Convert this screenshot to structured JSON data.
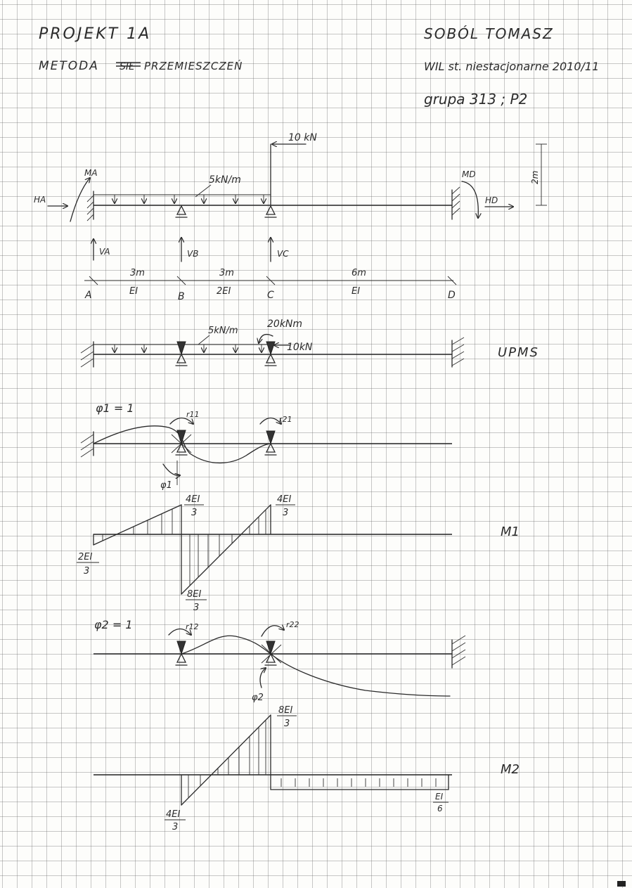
{
  "header": {
    "title": "PROJEKT 1A",
    "method_prefix": "METODA",
    "method_struck": "SIŁ",
    "method_word": "PRZEMIESZCZEŃ",
    "author": "SOBÓL TOMASZ",
    "faculty": "WIL st. niestacjonarne 2010/11",
    "group": "grupa 313 ; P2"
  },
  "scheme": {
    "force_top": "10 kN",
    "dist_load": "5kN/m",
    "height": "2m",
    "reactions": {
      "ma": "MA",
      "ha": "HA",
      "va": "VA",
      "vb": "VB",
      "vc": "VC",
      "md": "MD",
      "hd": "HD"
    },
    "spans": [
      {
        "length": "3m",
        "stiffness": "EI"
      },
      {
        "length": "3m",
        "stiffness": "2EI"
      },
      {
        "length": "6m",
        "stiffness": "EI"
      }
    ],
    "points": [
      "A",
      "B",
      "C",
      "D"
    ]
  },
  "upms": {
    "label": "UPMS",
    "dist_load": "5kN/m",
    "moment": "20kNm",
    "force": "10kN"
  },
  "state1": {
    "label": "φ1 = 1",
    "r11": "r11",
    "r21": "r21",
    "phi": "φ1"
  },
  "m1": {
    "label": "M1",
    "a_num": "2EI",
    "a_den": "3",
    "b_top_num": "4EI",
    "b_top_den": "3",
    "b_bot_num": "8EI",
    "b_bot_den": "3",
    "c_num": "4EI",
    "c_den": "3"
  },
  "state2": {
    "label": "φ2 = 1",
    "r12": "r12",
    "r22": "r22",
    "phi": "φ2"
  },
  "m2": {
    "label": "M2",
    "c_num": "8EI",
    "c_den": "3",
    "b_num": "4EI",
    "b_den": "3",
    "d_num": "EI",
    "d_den": "6"
  }
}
